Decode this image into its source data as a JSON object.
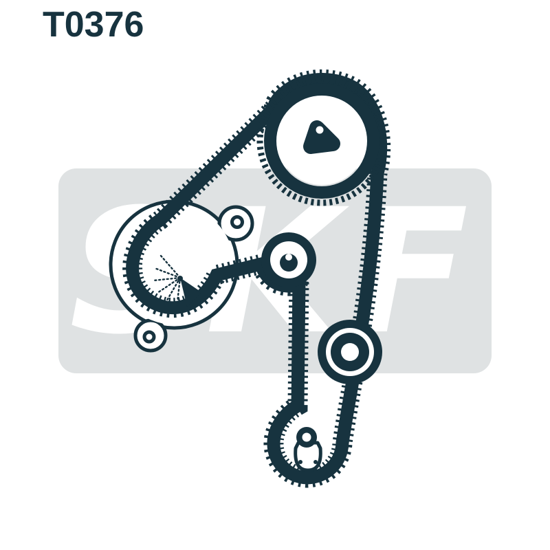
{
  "page": {
    "background_color": "#ffffff"
  },
  "header": {
    "part_number": "T0376",
    "text_color": "#17333f"
  },
  "watermark": {
    "brand": "SKF",
    "panel_color": "#dfe2e3",
    "letter_color": "#ffffff"
  },
  "illustration": {
    "ink_color": "#17333f",
    "components": [
      {
        "name": "timing-belt"
      },
      {
        "name": "camshaft-sprocket"
      },
      {
        "name": "water-pump"
      },
      {
        "name": "tensioner-pulley"
      },
      {
        "name": "idler-pulley"
      },
      {
        "name": "crankshaft-bracket"
      }
    ]
  }
}
